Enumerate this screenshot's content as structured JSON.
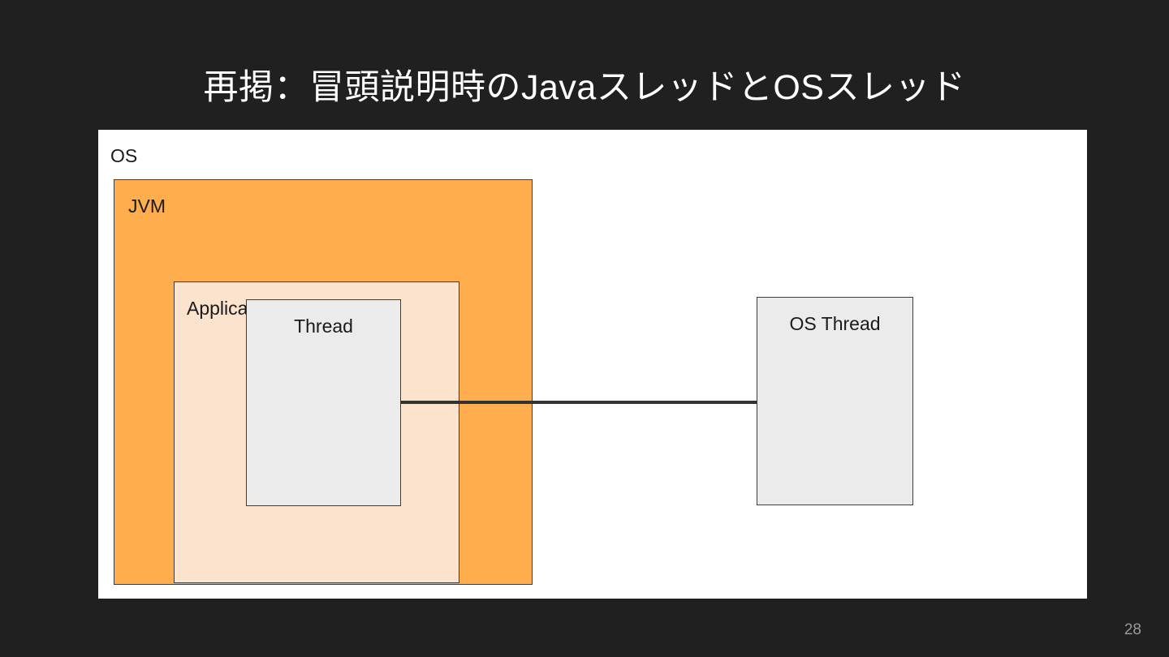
{
  "slide": {
    "title": "再掲：冒頭説明時のJavaスレッドとOSスレッド",
    "page_number": "28",
    "background_color": "#202020",
    "title_color": "#ffffff"
  },
  "diagram": {
    "panel": {
      "label": "OS",
      "fill": "#ffffff"
    },
    "jvm": {
      "label": "JVM",
      "fill": "#ffad4d",
      "border": "#3d3d3d"
    },
    "application": {
      "label": "Application",
      "fill": "#fbe3cd",
      "border": "#3d3d3d"
    },
    "java_thread": {
      "label": "Thread",
      "fill": "#ebebeb",
      "border": "#3d3d3d"
    },
    "os_thread": {
      "label": "OS Thread",
      "fill": "#ebebeb",
      "border": "#3d3d3d"
    },
    "connector": {
      "color": "#333333"
    }
  }
}
